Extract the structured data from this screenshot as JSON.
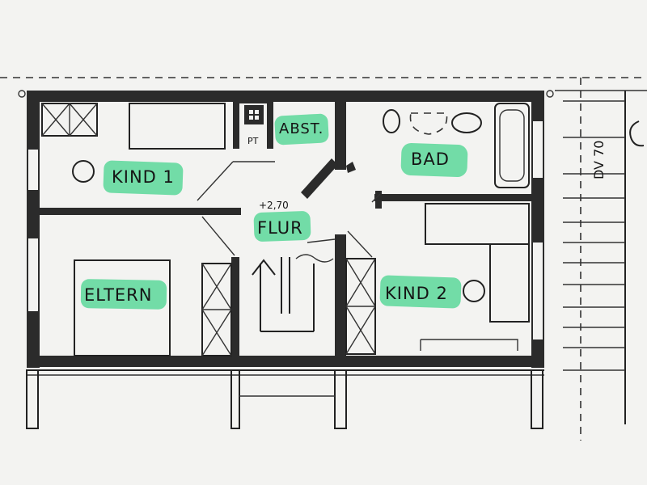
{
  "plan": {
    "rooms": {
      "kind1": "KIND 1",
      "abst": "ABST.",
      "bad": "BAD",
      "flur": "FLUR",
      "eltern": "ELTERN",
      "kind2": "KIND 2"
    },
    "level": "+2,70",
    "chimney": "PT",
    "dormer": "DV 70"
  },
  "colors": {
    "highlight": "#5ad79a",
    "walls": "#2b2b2b",
    "paper": "#f3f3f1"
  }
}
